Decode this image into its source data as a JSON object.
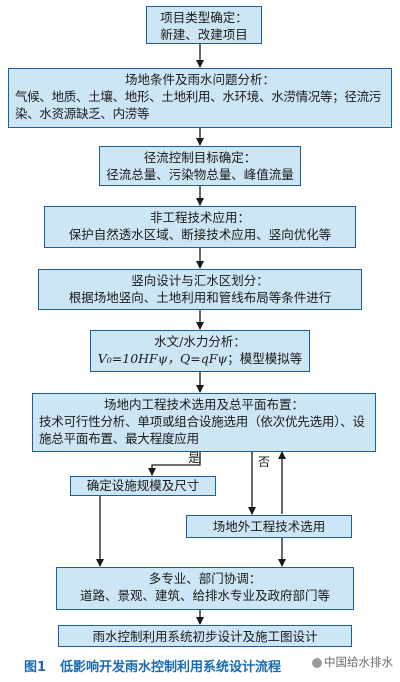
{
  "boxes": {
    "project_type": {
      "title": "项目类型确定：",
      "line1": "新建、改建项目"
    },
    "site_analysis": {
      "title": "场地条件及雨水问题分析：",
      "text": "气候、地质、土壤、地形、土地利用、水环境、水涝情况等；径流污染、水资源缺乏、内涝等"
    },
    "control_target": {
      "title": "径流控制目标确定：",
      "line1": "径流总量、污染物总量、峰值流量"
    },
    "non_engineering": {
      "title": "非工程技术应用：",
      "line1": "保护自然透水区域、断接技术应用、竖向优化等"
    },
    "vertical_design": {
      "title": "竖向设计与汇水区划分：",
      "line1": "根据场地竖向、土地利用和管线布局等条件进行"
    },
    "hydrology": {
      "title": "水文/水力分析：",
      "formula": "V₀=10HFψ，Q=qFψ",
      "suffix": "；模型模拟等"
    },
    "onsite_tech": {
      "title": "场地内工程技术选用及总平面布置：",
      "text": "技术可行性分析、单项或组合设施选用（依次优先选用）、设施总平面布置、最大程度应用"
    },
    "facility_scale": {
      "title": "确定设施规模及尺寸"
    },
    "offsite_tech": {
      "title": "场地外工程技术选用"
    },
    "coordination": {
      "title": "多专业、部门协调：",
      "line1": "道路、景观、建筑、给排水专业及政府部门等"
    },
    "final_design": {
      "title": "雨水控制利用系统初步设计及施工图设计"
    }
  },
  "labels": {
    "yes": "是",
    "no": "否"
  },
  "caption": {
    "number": "图1",
    "text": "低影响开发雨水控制利用系统设计流程"
  },
  "watermark": {
    "text": "中国给水排水"
  },
  "colors": {
    "box_fill": "#cde6f5",
    "box_border": "#1a5fa0",
    "arrow": "#1a1a1a",
    "caption": "#1a6bb0"
  }
}
